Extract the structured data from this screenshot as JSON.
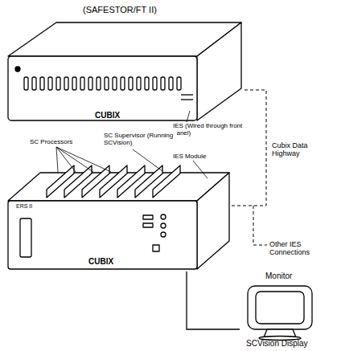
{
  "diagram": {
    "nodes": [
      {
        "text": [
          "(SAFESTOR/FT II)",
          "CUBIX"
        ]
      },
      {
        "text": [
          "ERS II",
          "CUBIX"
        ]
      },
      {
        "text": [
          "Monitor",
          "SCVision Display"
        ]
      }
    ],
    "edges": [
      {
        "from": 0,
        "to": 1,
        "arrow": "none",
        "label": "Cubix Data Highway"
      },
      {
        "from": 1,
        "to": 2,
        "arrow": "none"
      }
    ],
    "labels": [
      "IES (Wired through front panel)",
      "SC Processors",
      "SC Supervisor (Running SCVision)",
      "IES Module",
      "Other IES Connections"
    ]
  }
}
